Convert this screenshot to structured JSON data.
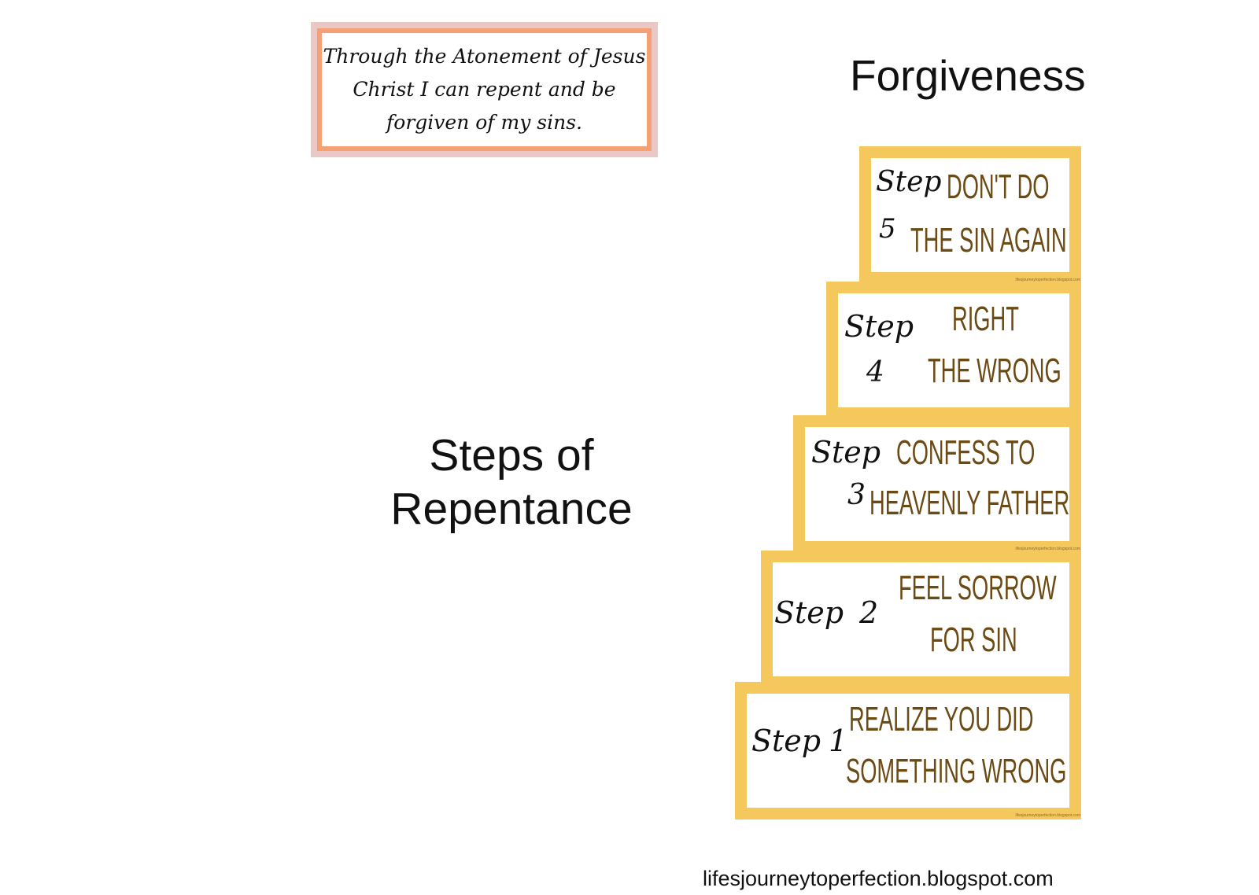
{
  "quote": {
    "text": "Through the Atonement of Jesus Christ I can repent and be forgiven of my sins."
  },
  "titles": {
    "top": "Forgiveness",
    "side": "Steps of Repentance"
  },
  "credit": "lifesjourneytoperfection.blogspot.com",
  "tiny_credit": "lifesjourneytoperfection.blogspot.com",
  "colors": {
    "step_border": "#f4c85c",
    "step_text": "#6b4a14",
    "quote_outer": "#e9c8c5",
    "quote_border": "#f6a173"
  },
  "steps": [
    {
      "label_word": "Step",
      "label_num": "5",
      "line1": "DON'T DO",
      "line2": "THE SIN AGAIN"
    },
    {
      "label_word": "Step",
      "label_num": "4",
      "line1": "RIGHT",
      "line2": "THE WRONG"
    },
    {
      "label_word": "Step",
      "label_num": "3",
      "line1": "CONFESS TO",
      "line2": "HEAVENLY FATHER"
    },
    {
      "label_word": "Step",
      "label_num": "2",
      "line1": "FEEL SORROW",
      "line2": "FOR SIN"
    },
    {
      "label_word": "Step",
      "label_num": "1",
      "line1": "REALIZE YOU DID",
      "line2": "SOMETHING WRONG"
    }
  ]
}
